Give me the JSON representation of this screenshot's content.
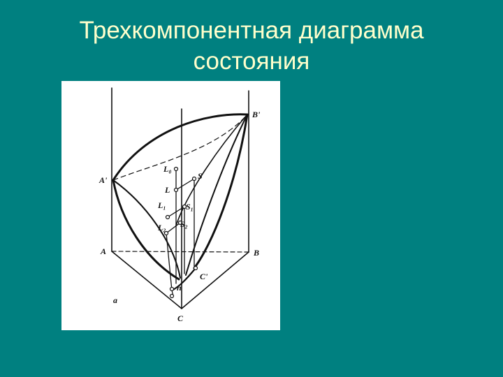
{
  "slide": {
    "title_line1": "Трехкомпонентная диаграмма",
    "title_line2": "состояния"
  },
  "diagram": {
    "labels": {
      "A_prime": "A'",
      "B_prime": "B'",
      "A": "A",
      "B": "B",
      "C": "C",
      "C_prime": "C'",
      "L0": "L₀",
      "L": "L",
      "L1": "L₁",
      "L2": "L₂",
      "S": "S",
      "S1": "S₁",
      "S2": "S₂",
      "n": "n",
      "a": "a"
    },
    "colors": {
      "background": "#008080",
      "title": "#ffffcc",
      "figure": "#ffffff",
      "ink": "#111111"
    }
  }
}
